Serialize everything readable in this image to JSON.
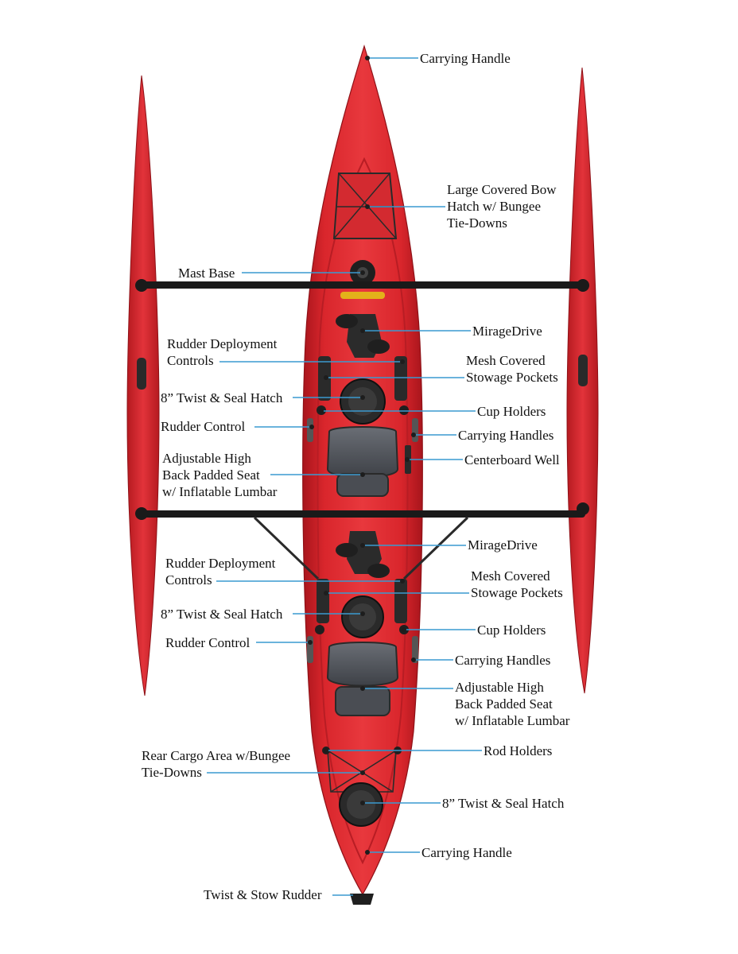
{
  "colors": {
    "hull": "#d9262c",
    "hull_dark": "#a8151c",
    "hull_light": "#ef4a4e",
    "leader": "#3a9ad0",
    "bar": "#1a1a1a",
    "seat": "#55585e",
    "hatch": "#2a2a2a"
  },
  "labels": {
    "carrying_handle_bow": "Carrying Handle",
    "bow_hatch": [
      "Large Covered Bow",
      "Hatch w/ Bungee",
      "Tie-Downs"
    ],
    "mast_base": "Mast Base",
    "mirage_drive_1": "MirageDrive",
    "rudder_deploy_1": [
      "Rudder Deployment",
      "Controls"
    ],
    "mesh_pockets_1": [
      "Mesh Covered",
      "Stowage Pockets"
    ],
    "hatch_8_1": "8” Twist & Seal Hatch",
    "cup_holders_1": "Cup Holders",
    "rudder_control_1": "Rudder Control",
    "carrying_handles_1": "Carrying Handles",
    "seat_1": [
      "Adjustable High",
      "Back Padded Seat",
      "w/ Inflatable Lumbar"
    ],
    "centerboard_well": "Centerboard Well",
    "mirage_drive_2": "MirageDrive",
    "rudder_deploy_2": [
      "Rudder Deployment",
      "Controls"
    ],
    "mesh_pockets_2": [
      "Mesh Covered",
      "Stowage Pockets"
    ],
    "hatch_8_2": "8” Twist & Seal Hatch",
    "cup_holders_2": "Cup Holders",
    "rudder_control_2": "Rudder Control",
    "carrying_handles_2": "Carrying Handles",
    "seat_2": [
      "Adjustable High",
      "Back Padded Seat",
      "w/ Inflatable Lumbar"
    ],
    "rear_cargo": [
      "Rear Cargo Area w/Bungee",
      "Tie-Downs"
    ],
    "rod_holders": "Rod Holders",
    "hatch_8_3": "8” Twist & Seal Hatch",
    "carrying_handle_stern": "Carrying Handle",
    "rudder": "Twist & Stow Rudder"
  }
}
